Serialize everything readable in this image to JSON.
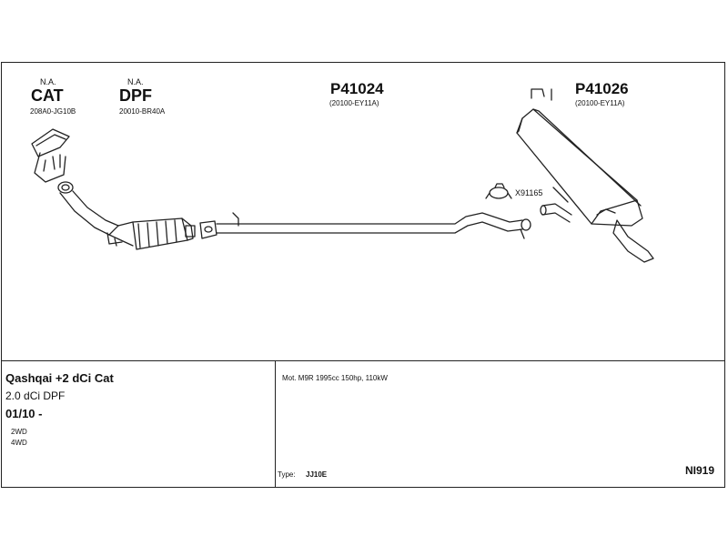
{
  "components": {
    "cat": {
      "na": "N.A.",
      "name": "CAT",
      "code": "208A0-JG10B"
    },
    "dpf": {
      "na": "N.A.",
      "name": "DPF",
      "code": "20010-BR40A"
    },
    "mid_pipe": {
      "part": "P41024",
      "ref": "(20100-EY11A)"
    },
    "rear_silencer": {
      "part": "P41026",
      "ref": "(20100-EY11A)"
    },
    "clamp": {
      "part": "X91165"
    }
  },
  "vehicle": {
    "model": "Qashqai +2 dCi Cat",
    "engine": "2.0 dCi DPF",
    "date": "01/10 -",
    "drive": [
      "2WD",
      "4WD"
    ]
  },
  "specs": {
    "motor": "Mot. M9R 1995cc 150hp, 110kW",
    "type_label": "Type:",
    "type_value": "JJ10E",
    "sheet_code": "NI919"
  }
}
